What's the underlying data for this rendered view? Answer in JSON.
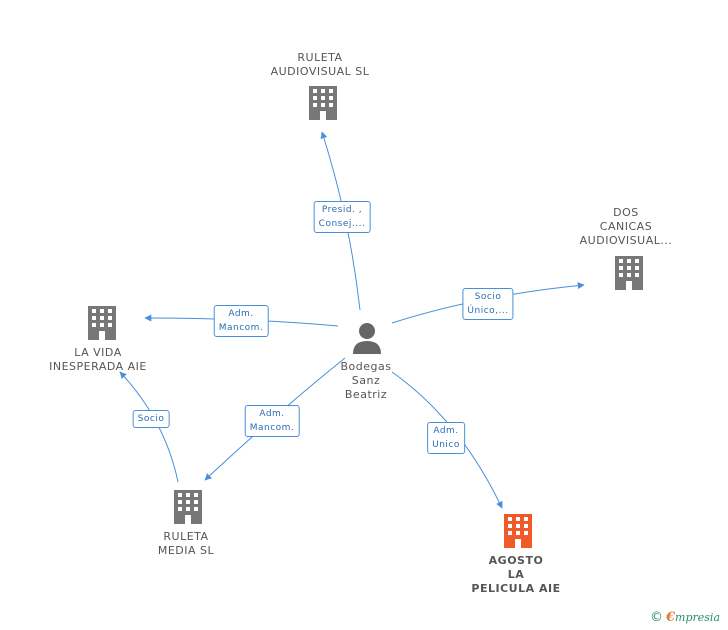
{
  "colors": {
    "edge": "#4a90d9",
    "company_icon": "#777777",
    "highlight_icon": "#f05a28",
    "person_icon": "#666666"
  },
  "nodes": {
    "ruleta_audiovisual": {
      "lines": [
        "RULETA",
        "AUDIOVISUAL SL"
      ],
      "icon": "building-icon"
    },
    "dos_canicas": {
      "lines": [
        "DOS",
        "CANICAS",
        "AUDIOVISUAL..."
      ],
      "icon": "building-icon"
    },
    "la_vida": {
      "lines": [
        "LA VIDA",
        "INESPERADA AIE"
      ],
      "icon": "building-icon"
    },
    "person": {
      "lines": [
        "Bodegas",
        "Sanz",
        "Beatriz"
      ],
      "icon": "person-icon"
    },
    "ruleta_media": {
      "lines": [
        "RULETA",
        "MEDIA SL"
      ],
      "icon": "building-icon"
    },
    "agosto": {
      "lines": [
        "AGOSTO",
        "LA",
        "PELICULA AIE"
      ],
      "icon": "building-icon"
    }
  },
  "edges": {
    "presid": {
      "lines": [
        "Presid. ,",
        "Consej...."
      ]
    },
    "socio_unico": {
      "lines": [
        "Socio",
        "Único,..."
      ]
    },
    "adm_mancom_1": {
      "lines": [
        "Adm.",
        "Mancom."
      ]
    },
    "adm_mancom_2": {
      "lines": [
        "Adm.",
        "Mancom."
      ]
    },
    "adm_unico": {
      "lines": [
        "Adm.",
        "Unico"
      ]
    },
    "socio": {
      "lines": [
        "Socio"
      ]
    }
  },
  "footer": {
    "copyright": "©",
    "brand_e": "€",
    "brand_rest": "mpresia"
  }
}
